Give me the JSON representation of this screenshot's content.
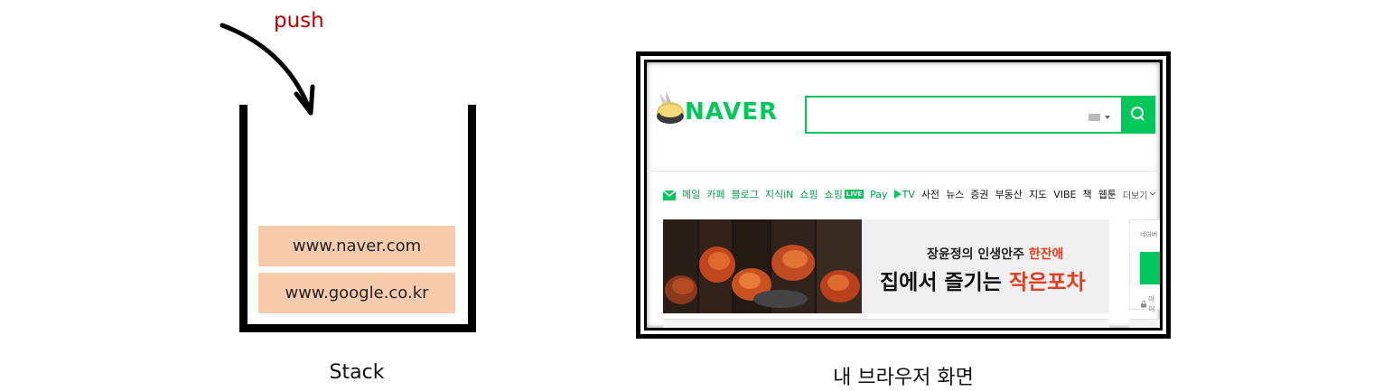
{
  "stack_diagram": {
    "push_label": "push",
    "items": [
      {
        "label": "www.naver.com"
      },
      {
        "label": "www.google.co.kr"
      }
    ],
    "caption": "Stack",
    "item_color": "#f7cbac",
    "push_color": "#c00000"
  },
  "browser_view": {
    "caption": "내 브라우저 화면",
    "logo_text": "NAVER",
    "brand_color": "#03c75a",
    "nav_items": [
      "메일",
      "카페",
      "블로그",
      "지식iN",
      "쇼핑",
      "쇼핑",
      "Pay",
      "TV",
      "사전",
      "뉴스",
      "증권",
      "부동산",
      "지도",
      "VIBE",
      "책",
      "웹툰",
      "더보기"
    ],
    "live_badge": "LIVE",
    "banner": {
      "line1_plain": "장윤정의 인생안주 ",
      "line1_highlight": "한잔애",
      "line2_plain": "집에서 즐기는 ",
      "line2_highlight": "작은포차"
    },
    "side_panel": {
      "label": "네이버",
      "lock_text": "아이"
    }
  }
}
